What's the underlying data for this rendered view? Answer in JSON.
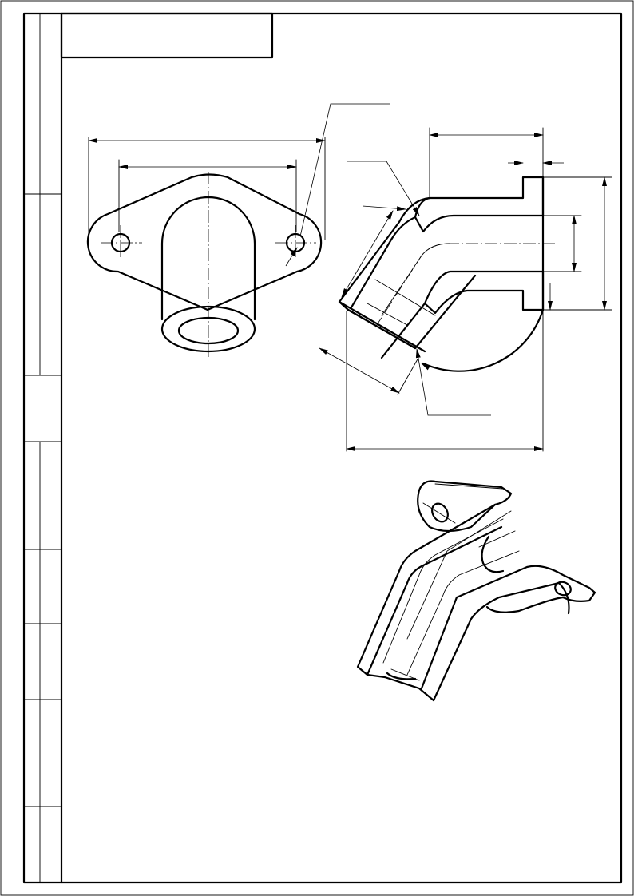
{
  "drawing": {
    "title_block_text": "",
    "colors": {
      "ink": "#000000",
      "paper": "#ffffff"
    },
    "views": [
      "top-view",
      "section-view",
      "isometric-view"
    ]
  }
}
